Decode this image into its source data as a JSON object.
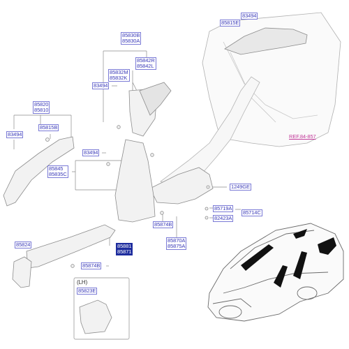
{
  "labels": {
    "p85830": [
      "85830B",
      "85830A"
    ],
    "p83494_top": "83494",
    "p85815E": "85815E",
    "p85842": [
      "85842R",
      "85842L"
    ],
    "p85832": [
      "85832M",
      "85832K"
    ],
    "p83494_mid": "83494",
    "p85820": [
      "85820",
      "85810"
    ],
    "p83494_left": "83494",
    "p85815B": "85815B",
    "p83494_b": "83494",
    "p85845": [
      "85845",
      "85835C"
    ],
    "ref": "REF.84-857",
    "p1249GE": "1249GE",
    "p85719A": "85719A",
    "p85714C": "85714C",
    "p82423A": "82423A",
    "p85874B_a": "85874B",
    "p85824": "85824",
    "p85881": [
      "85881",
      "85871"
    ],
    "p85870": [
      "85870A",
      "85875A"
    ],
    "p85874B_b": "85874B",
    "lh": "(LH)",
    "p85823E": "85823E"
  },
  "colors": {
    "label_text": "#3b3bb8",
    "label_box": "#7a7ad6",
    "highlight": "#1e2d9e",
    "ref": "#c23a9a",
    "line": "#8a8a8a",
    "part_fill": "#f2f2f2",
    "part_stroke": "#8c8c8c"
  }
}
